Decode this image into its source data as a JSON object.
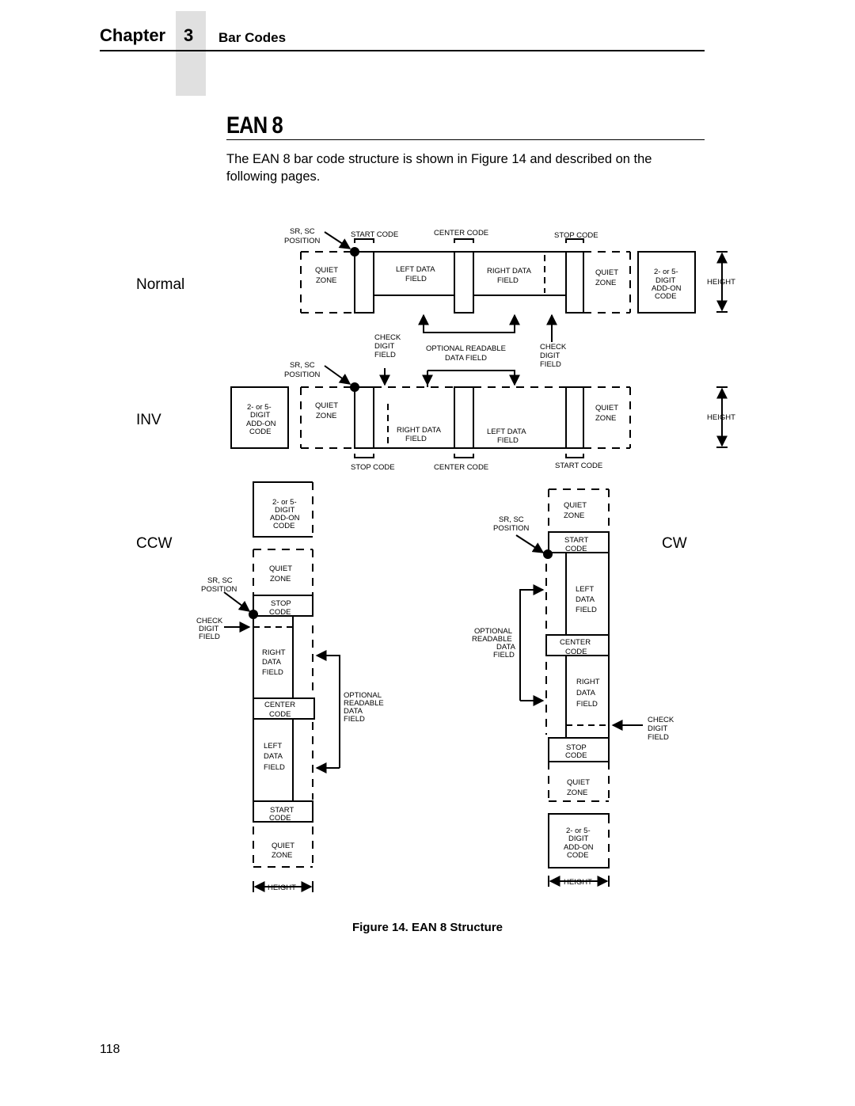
{
  "header": {
    "chapter_word": "Chapter",
    "chapter_number": "3",
    "chapter_title": "Bar Codes"
  },
  "section": {
    "title": "EAN 8",
    "intro": "The EAN 8 bar code structure is shown in Figure 14 and described on the following pages."
  },
  "figure": {
    "caption": "Figure 14. EAN 8 Structure",
    "orientations": {
      "normal": "Normal",
      "inv": "INV",
      "ccw": "CCW",
      "cw": "CW"
    },
    "labels": {
      "sr_sc": "SR, SC",
      "position": "POSITION",
      "start_code": "START CODE",
      "center_code": "CENTER CODE",
      "stop_code": "STOP CODE",
      "quiet": "QUIET",
      "zone": "ZONE",
      "left_data": "LEFT DATA",
      "right_data": "RIGHT DATA",
      "field": "FIELD",
      "addon_1": "2- or 5-",
      "addon_2": "DIGIT",
      "addon_3": "ADD-ON",
      "addon_4": "CODE",
      "height": "HEIGHT",
      "check": "CHECK",
      "digit": "DIGIT",
      "optional_readable": "OPTIONAL READABLE",
      "data_field": "DATA FIELD",
      "optional": "OPTIONAL",
      "readable": "READABLE",
      "data": "DATA",
      "start": "START",
      "stop": "STOP",
      "center": "CENTER",
      "code": "CODE",
      "left": "LEFT",
      "right": "RIGHT"
    }
  },
  "page_number": "118"
}
